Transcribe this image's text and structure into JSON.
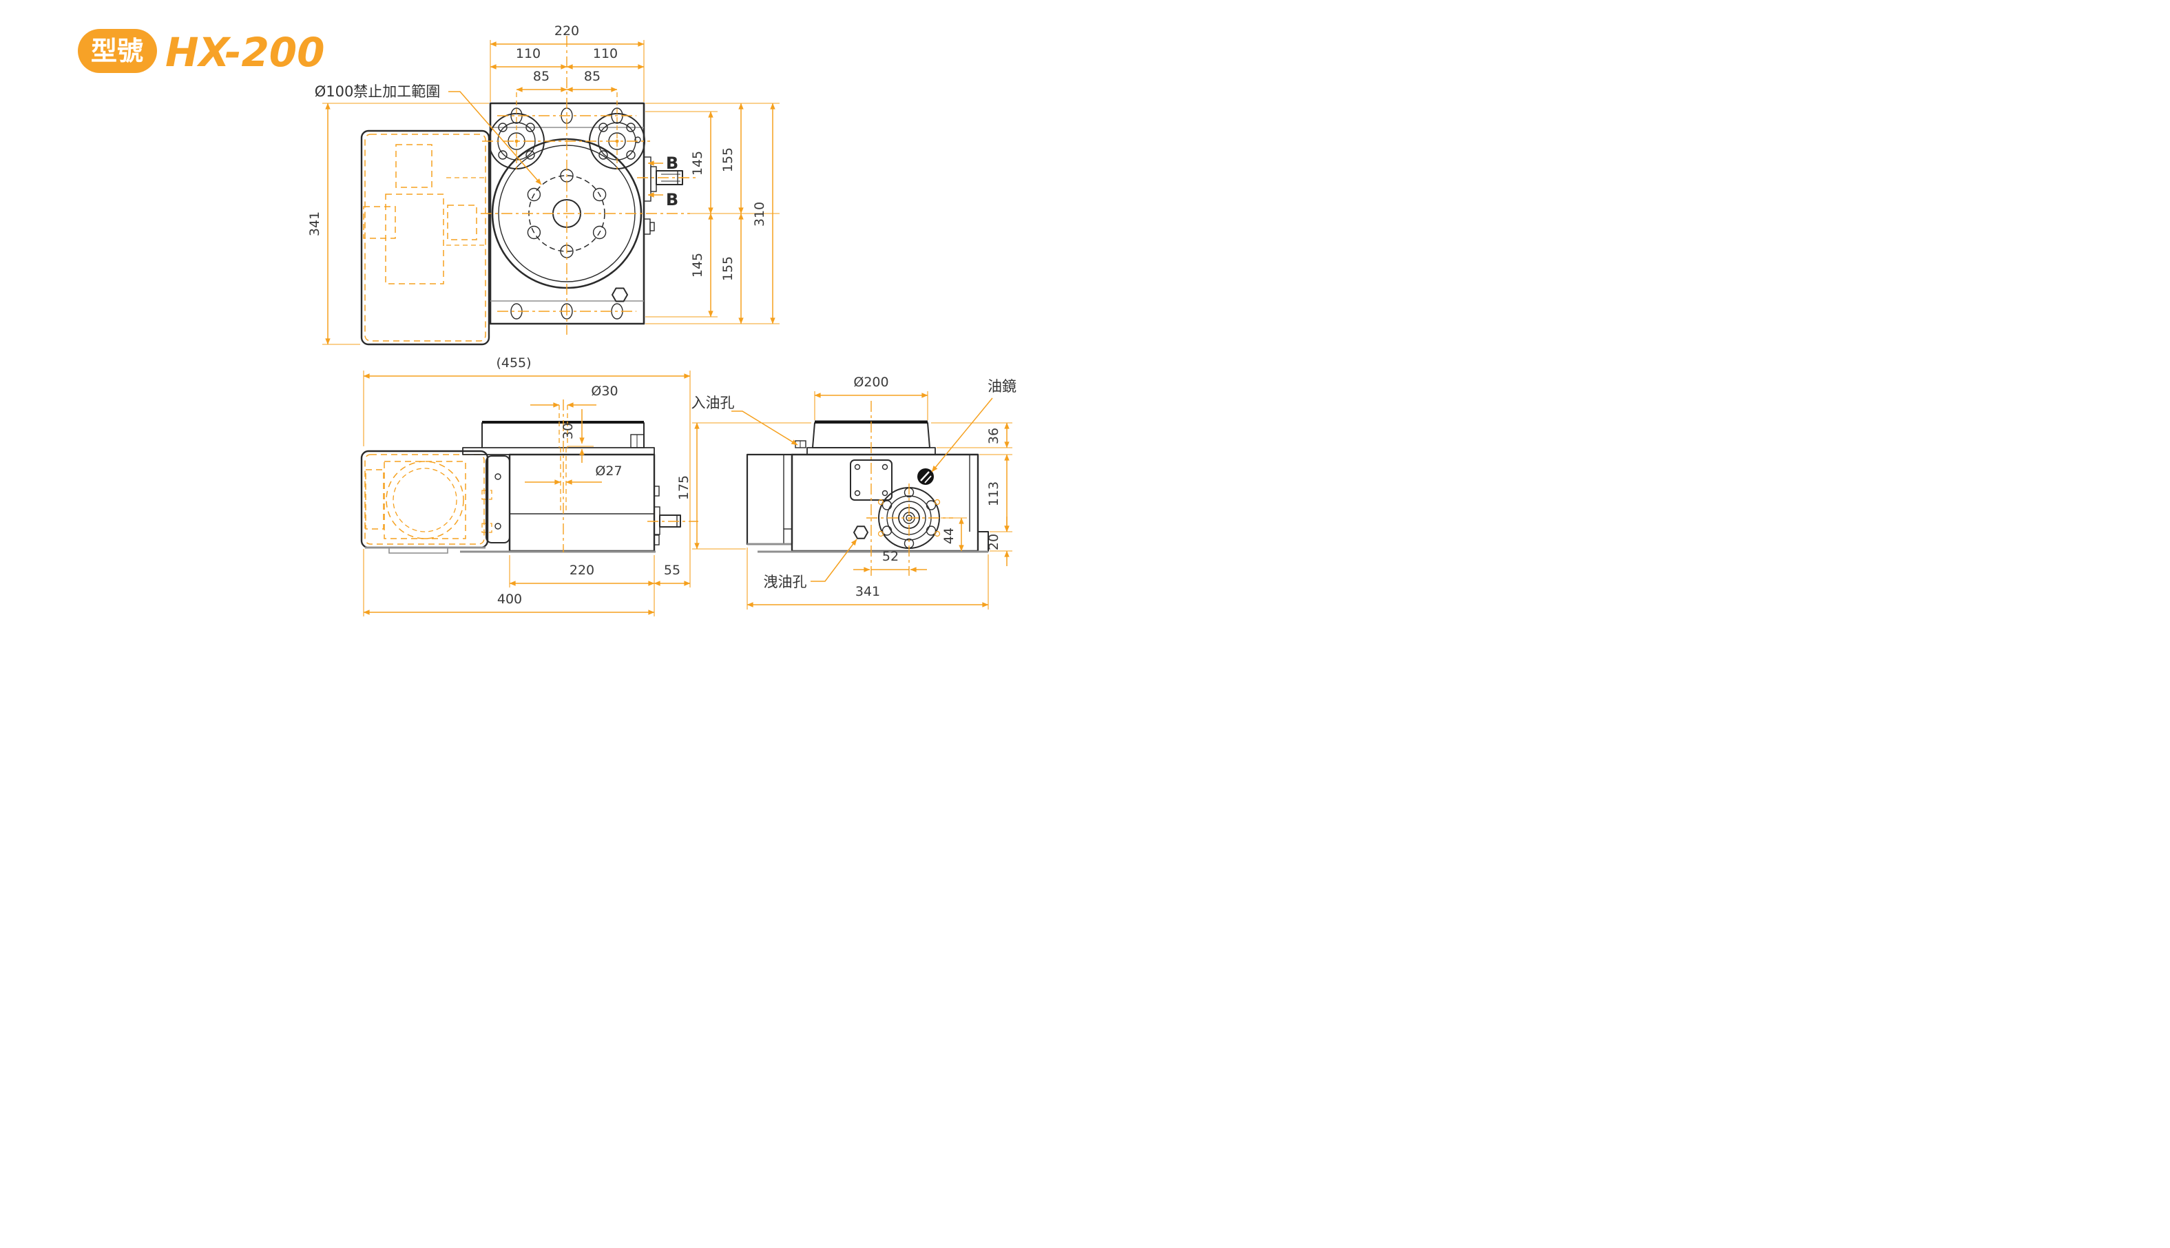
{
  "meta": {
    "accent_color": "#F5A01E",
    "badge_color": "#F7A227",
    "line_color": "#2b2b2b"
  },
  "header": {
    "badge_label": "型號",
    "model": "HX-200"
  },
  "top_view": {
    "note": "Ø100禁止加工範圍",
    "section_label": "B",
    "dims": {
      "total_width": "220",
      "half_width_left": "110",
      "half_width_right": "110",
      "bolt_span_left": "85",
      "bolt_span_right": "85",
      "overall_depth": "341",
      "center_to_top_a": "145",
      "center_to_top_b": "155",
      "center_to_bottom_a": "145",
      "center_to_bottom_b": "155",
      "overall_height": "310"
    }
  },
  "side_view": {
    "dims": {
      "overall_ref": "(455)",
      "bore_top_dia": "Ø30",
      "bore_depth": "30",
      "bore_through_dia": "Ø27",
      "body_width": "220",
      "shaft_extension": "55",
      "base_width": "400"
    }
  },
  "front_view": {
    "labels": {
      "oil_inlet": "入油孔",
      "oil_sight": "油鏡",
      "oil_drain": "洩油孔"
    },
    "dims": {
      "table_dia": "Ø200",
      "table_height": "36",
      "body_height": "175",
      "flange_zone_height": "113",
      "flange_center_height": "44",
      "base_height": "20",
      "flange_offset": "52",
      "overall_width": "341"
    }
  }
}
